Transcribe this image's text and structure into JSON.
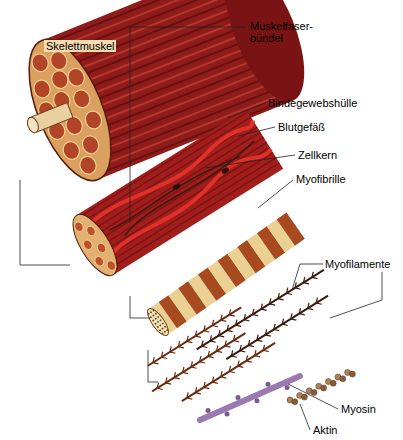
{
  "diagram": {
    "labels": [
      "Skelettmuskel",
      "Muskelfaser- bündel",
      "Bindegewebshülle",
      "Blutgefäß",
      "Zellkern",
      "Myofibrille",
      "Myofilamente",
      "Myosin",
      "Aktin"
    ]
  }
}
